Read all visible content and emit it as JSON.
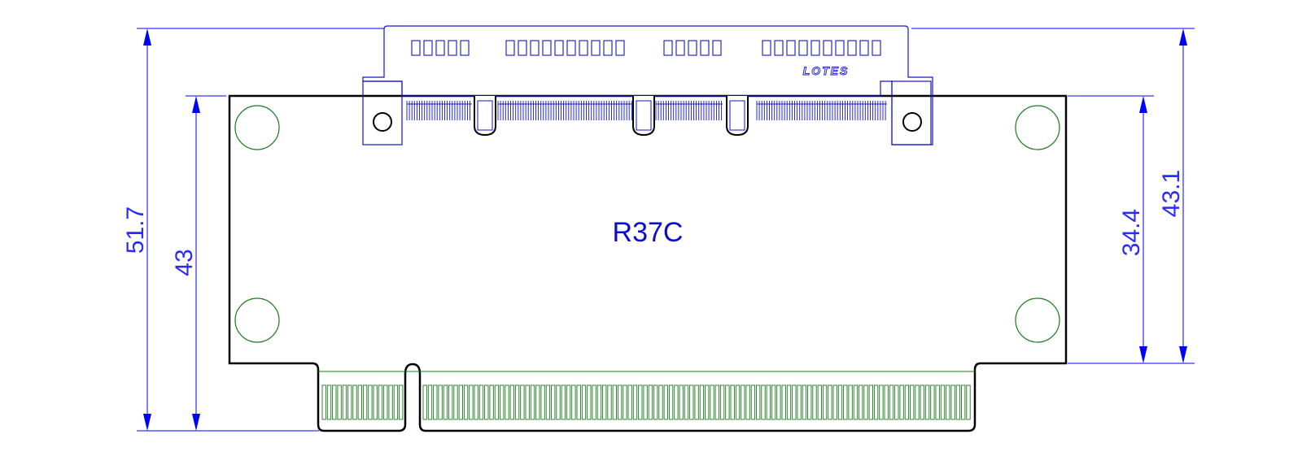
{
  "part": {
    "label": "R37C",
    "brand": "LOTES"
  },
  "dimensions": {
    "overall_height": "51.7",
    "board_height": "43",
    "right_inner_height": "34.4",
    "right_outer_height": "43.1"
  },
  "colors": {
    "outline": "#000000",
    "dimension": "#0000ff",
    "dimension_text": "#2a2aff",
    "connector": "#1414c8",
    "pads": "#1a7a1a",
    "label": "#0b0bd6"
  }
}
